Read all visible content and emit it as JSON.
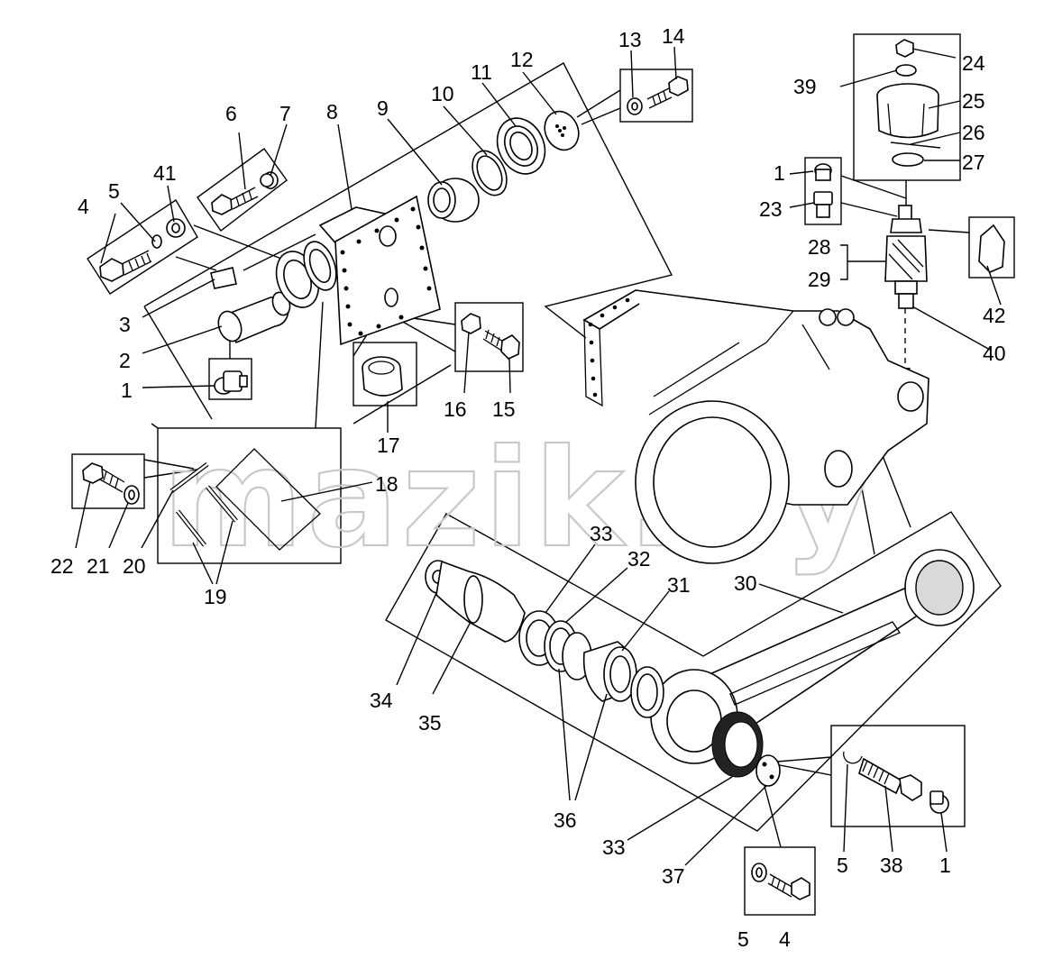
{
  "watermark": "mazik.by",
  "labels": [
    {
      "id": "l1a",
      "text": "1"
    },
    {
      "id": "l1b",
      "text": "1"
    },
    {
      "id": "l1c",
      "text": "1"
    },
    {
      "id": "l2",
      "text": "2"
    },
    {
      "id": "l3",
      "text": "3"
    },
    {
      "id": "l4a",
      "text": "4"
    },
    {
      "id": "l4b",
      "text": "4"
    },
    {
      "id": "l5a",
      "text": "5"
    },
    {
      "id": "l5b",
      "text": "5"
    },
    {
      "id": "l5c",
      "text": "5"
    },
    {
      "id": "l6",
      "text": "6"
    },
    {
      "id": "l7",
      "text": "7"
    },
    {
      "id": "l8",
      "text": "8"
    },
    {
      "id": "l9",
      "text": "9"
    },
    {
      "id": "l10",
      "text": "10"
    },
    {
      "id": "l11",
      "text": "11"
    },
    {
      "id": "l12",
      "text": "12"
    },
    {
      "id": "l13",
      "text": "13"
    },
    {
      "id": "l14",
      "text": "14"
    },
    {
      "id": "l15",
      "text": "15"
    },
    {
      "id": "l16",
      "text": "16"
    },
    {
      "id": "l17",
      "text": "17"
    },
    {
      "id": "l18",
      "text": "18"
    },
    {
      "id": "l19",
      "text": "19"
    },
    {
      "id": "l20",
      "text": "20"
    },
    {
      "id": "l21",
      "text": "21"
    },
    {
      "id": "l22",
      "text": "22"
    },
    {
      "id": "l23",
      "text": "23"
    },
    {
      "id": "l24",
      "text": "24"
    },
    {
      "id": "l25",
      "text": "25"
    },
    {
      "id": "l26",
      "text": "26"
    },
    {
      "id": "l27",
      "text": "27"
    },
    {
      "id": "l28",
      "text": "28"
    },
    {
      "id": "l29",
      "text": "29"
    },
    {
      "id": "l30",
      "text": "30"
    },
    {
      "id": "l31",
      "text": "31"
    },
    {
      "id": "l32",
      "text": "32"
    },
    {
      "id": "l33a",
      "text": "33"
    },
    {
      "id": "l33b",
      "text": "33"
    },
    {
      "id": "l34",
      "text": "34"
    },
    {
      "id": "l35",
      "text": "35"
    },
    {
      "id": "l36",
      "text": "36"
    },
    {
      "id": "l37",
      "text": "37"
    },
    {
      "id": "l38",
      "text": "38"
    },
    {
      "id": "l39",
      "text": "39"
    },
    {
      "id": "l40",
      "text": "40"
    },
    {
      "id": "l41",
      "text": "41"
    },
    {
      "id": "l42",
      "text": "42"
    }
  ]
}
